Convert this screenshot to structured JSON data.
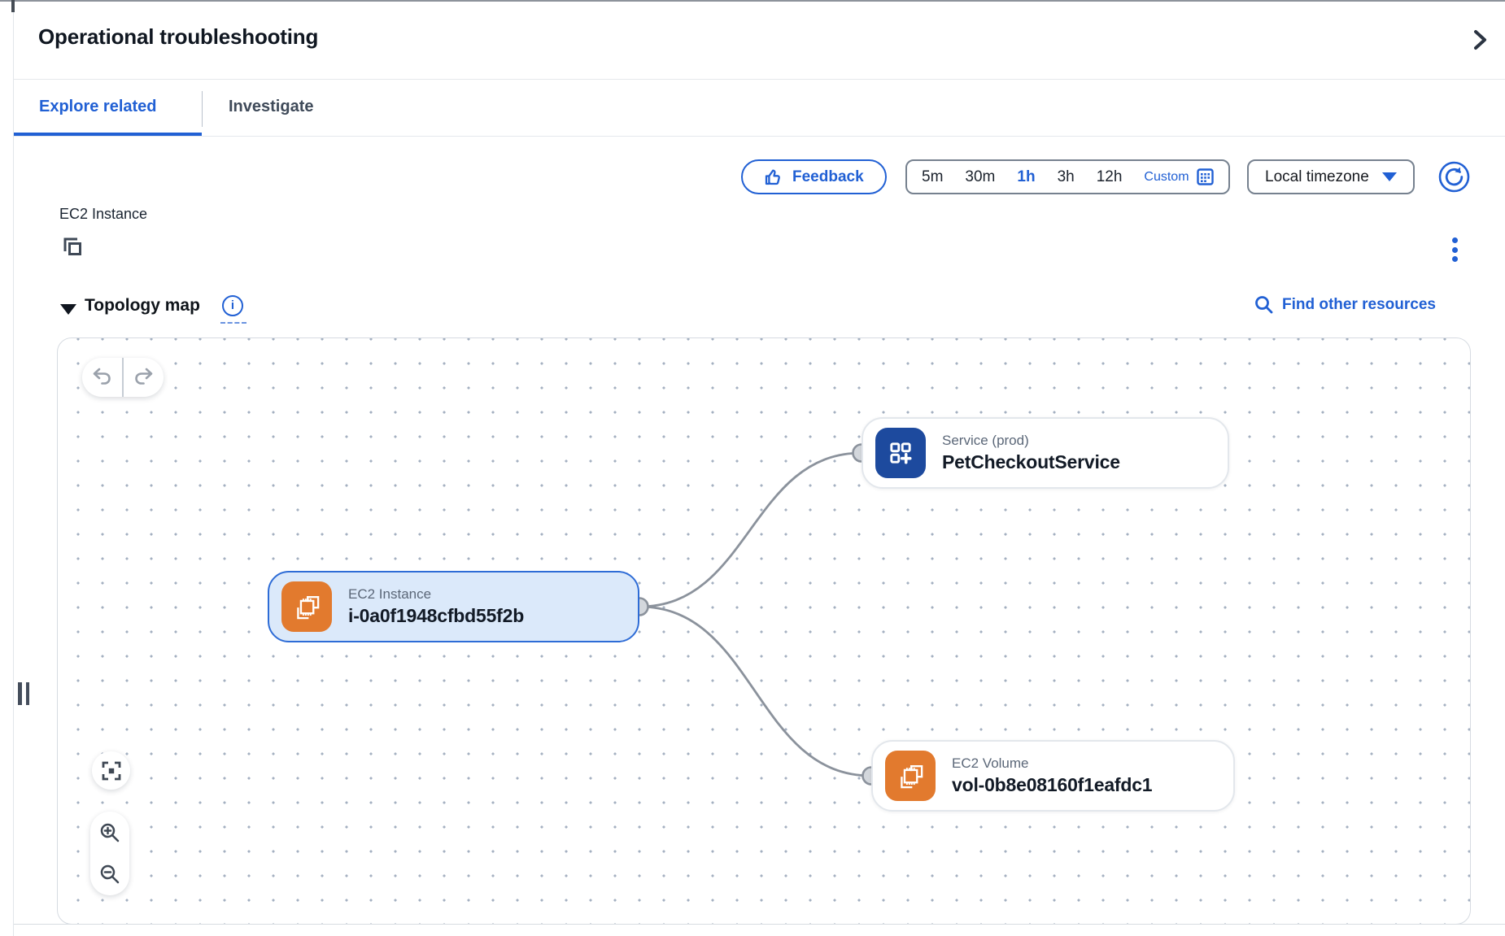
{
  "header": {
    "title": "Operational troubleshooting"
  },
  "tabs": [
    {
      "label": "Explore related",
      "active": true
    },
    {
      "label": "Investigate",
      "active": false
    }
  ],
  "toolbar": {
    "feedback_label": "Feedback",
    "time_ranges": [
      "5m",
      "30m",
      "1h",
      "3h",
      "12h"
    ],
    "active_range": "1h",
    "custom_label": "Custom",
    "timezone_label": "Local timezone"
  },
  "resource": {
    "type_label": "EC2 Instance"
  },
  "topology": {
    "section_title": "Topology map",
    "find_link_label": "Find other resources",
    "nodes": [
      {
        "type_label": "EC2 Instance",
        "name": "i-0a0f1948cfbd55f2b",
        "icon": "ec2-chip-icon",
        "selected": true
      },
      {
        "type_label": "Service (prod)",
        "name": "PetCheckoutService",
        "icon": "service-squares-icon",
        "selected": false
      },
      {
        "type_label": "EC2 Volume",
        "name": "vol-0b8e08160f1eafdc1",
        "icon": "ec2-chip-icon",
        "selected": false
      }
    ],
    "edges": [
      {
        "from": "i-0a0f1948cfbd55f2b",
        "to": "PetCheckoutService"
      },
      {
        "from": "i-0a0f1948cfbd55f2b",
        "to": "vol-0b8e08160f1eafdc1"
      }
    ]
  },
  "icons": {
    "thumbs-up": "feedback glyph",
    "calendar-grid": "custom range picker",
    "refresh": "reload",
    "copy": "copy resource id",
    "kebab": "more actions",
    "info": "i",
    "search": "magnifier",
    "undo": "curved-left-arrow",
    "redo": "curved-right-arrow",
    "fit-view": "frame-center",
    "zoom-in": "magnifier-plus",
    "zoom-out": "magnifier-minus"
  },
  "colors": {
    "accent_blue": "#2160d4",
    "selected_node_fill": "#dbe9fa",
    "ec2_orange": "#e27a2e",
    "service_navy": "#1d4a9e",
    "edge_gray": "#8b929c"
  }
}
